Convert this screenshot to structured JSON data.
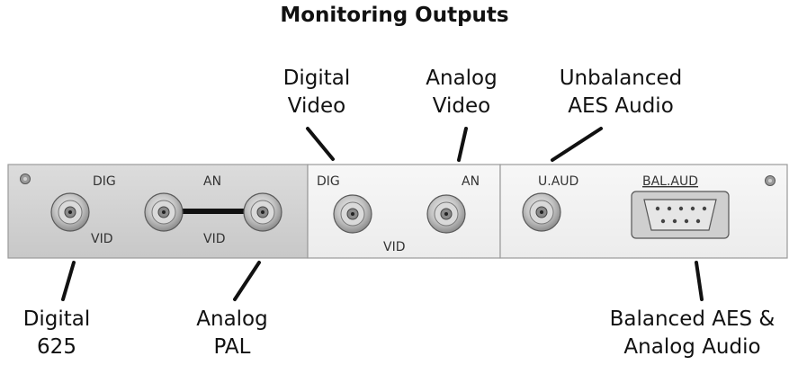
{
  "title": "Monitoring Outputs",
  "callouts": {
    "digital_video": [
      "Digital",
      "Video"
    ],
    "analog_video": [
      "Analog",
      "Video"
    ],
    "unbalanced_aes": [
      "Unbalanced",
      "AES Audio"
    ],
    "digital_625": [
      "Digital",
      "625"
    ],
    "analog_pal": [
      "Analog",
      "PAL"
    ],
    "balanced_aes": [
      "Balanced AES &",
      "Analog Audio"
    ]
  },
  "panel_labels": {
    "left_dig": "DIG",
    "left_an": "AN",
    "left_vid1": "VID",
    "left_vid2": "VID",
    "mid_dig": "DIG",
    "mid_an": "AN",
    "mid_vid": "VID",
    "right_uaud": "U.AUD",
    "right_balaud": "BAL.AUD"
  },
  "colors": {
    "panel_left": "#d4d4d4",
    "panel_mid": "#f4f4f4",
    "panel_right": "#f4f4f4",
    "connector_metal": "#b8b8b8",
    "leader_line": "#111111"
  }
}
